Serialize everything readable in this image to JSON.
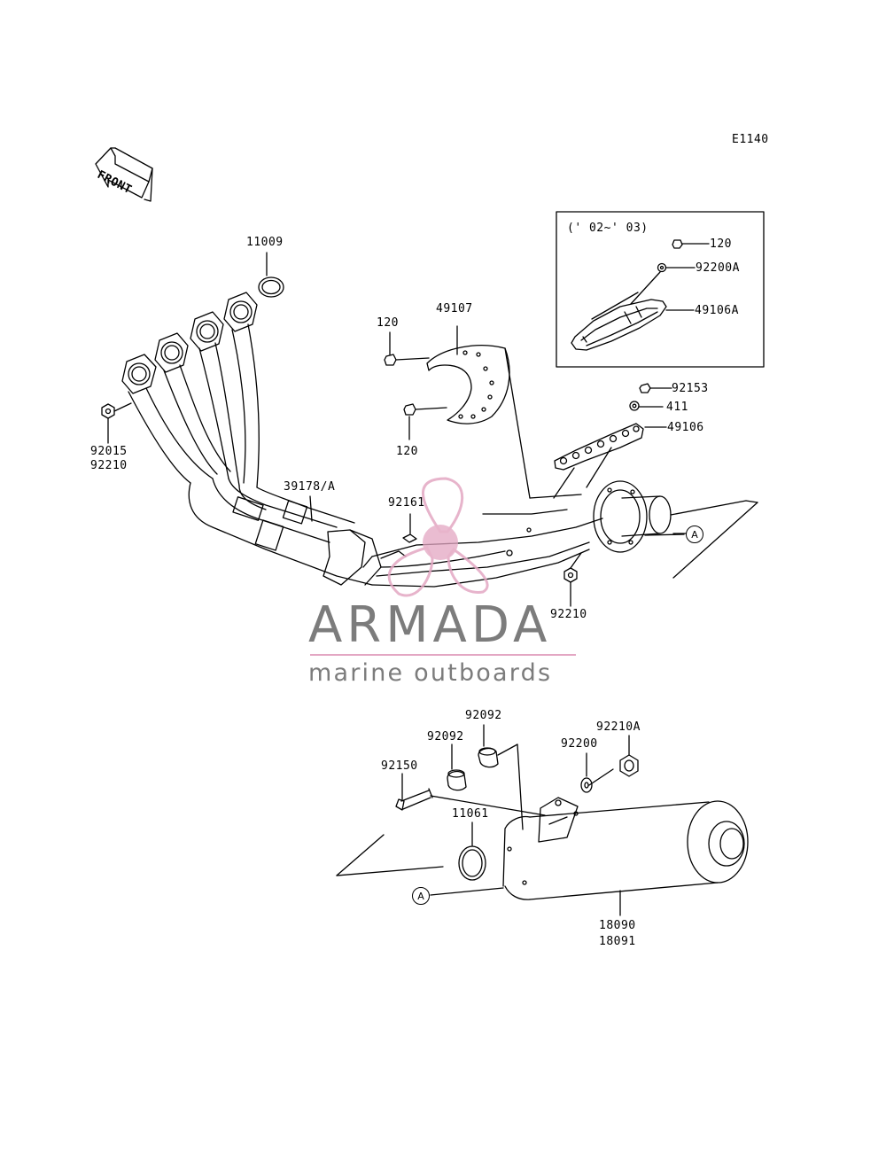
{
  "diagram": {
    "code": "E1140",
    "front_label": "FRONT",
    "inset_note": "(' 02~' 03)",
    "ref_a": "A",
    "colors": {
      "line": "#000000",
      "watermark_text": "#7c7c7c",
      "watermark_pink": "#e3a7c3"
    }
  },
  "labels": {
    "p11009": "11009",
    "p49107": "49107",
    "p120a": "120",
    "p120b": "120",
    "p120c": "120",
    "p92015": "92015",
    "p92210a": "92210",
    "p39178": "39178/A",
    "p92161": "92161",
    "p92200a": "92200A",
    "p49106a": "49106A",
    "p92153": "92153",
    "p411": "411",
    "p49106": "49106",
    "p92210b": "92210",
    "p92092a": "92092",
    "p92092b": "92092",
    "p92210A": "92210A",
    "p92200": "92200",
    "p92150": "92150",
    "p11061": "11061",
    "p18090": "18090",
    "p18091": "18091"
  },
  "watermark": {
    "title": "ARMADA",
    "subtitle": "marine outboards"
  }
}
